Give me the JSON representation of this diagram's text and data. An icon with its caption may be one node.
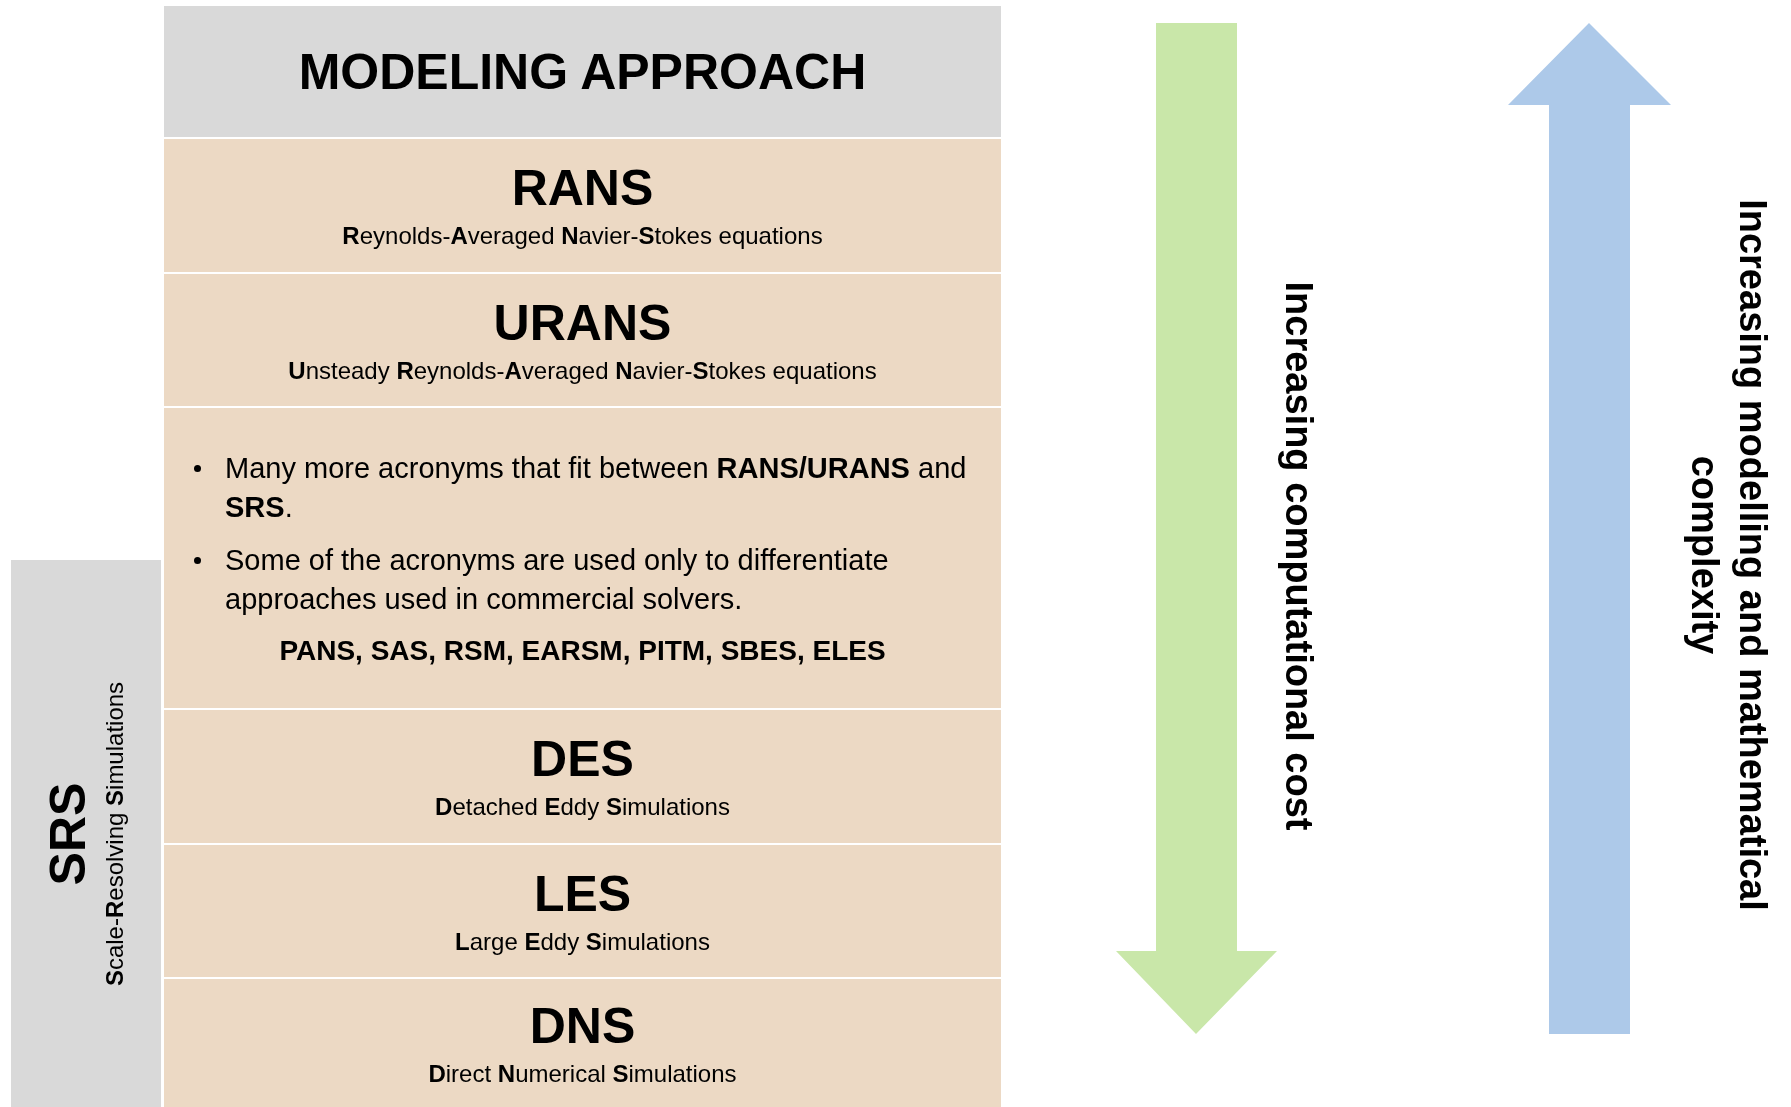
{
  "diagram": {
    "nodes": [
      {
        "text": [
          "MODELING APPROACH"
        ]
      },
      {
        "text": [
          "RANS",
          "**R**eynolds-**A**veraged **N**avier-**S**tokes equations"
        ]
      },
      {
        "text": [
          "URANS",
          "**U**nsteady **R**eynolds-**A**veraged **N**avier-**S**tokes equations"
        ]
      },
      {
        "text": [
          "Many more acronyms that fit between **RANS/URANS** and **SRS**.",
          "Some of the acronyms are used only to differentiate approaches used in commercial solvers.",
          "PANS, SAS, RSM, EARSM, PITM, SBES, ELES"
        ]
      },
      {
        "text": [
          "DES",
          "**D**etached **E**ddy **S**imulations"
        ]
      },
      {
        "text": [
          "LES",
          "**L**arge **E**ddy **S**imulations"
        ]
      },
      {
        "text": [
          "DNS",
          "**D**irect **N**umerical **S**imulations"
        ]
      },
      {
        "text": [
          "SRS",
          "**S**cale-**R**esolving **S**imulations"
        ]
      }
    ],
    "labels": [
      "Increasing computational cost",
      "Increasing modelling and mathematical complexity"
    ]
  }
}
